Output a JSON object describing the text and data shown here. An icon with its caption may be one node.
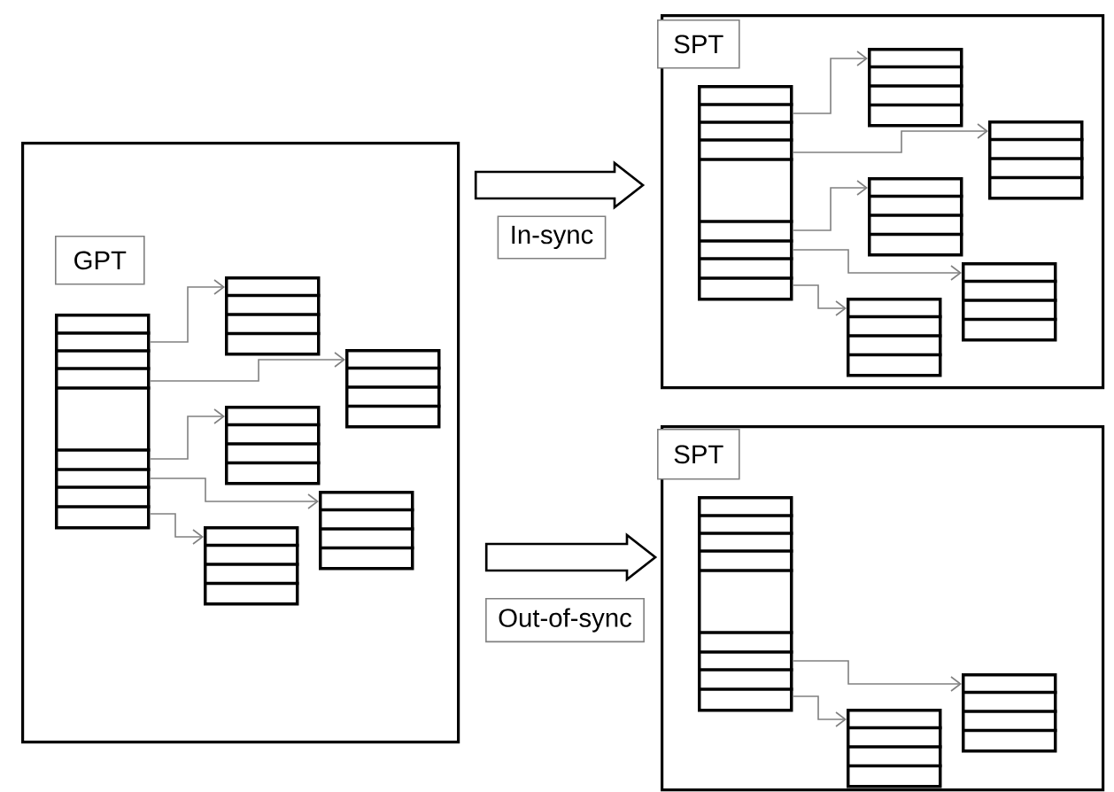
{
  "diagram": {
    "nodes": [
      {
        "text": [],
        "shape": "box"
      },
      {
        "text": [
          "GPT"
        ],
        "in": 0
      },
      {
        "text": [],
        "shape": "table",
        "in": 0
      },
      {
        "text": [],
        "shape": "table",
        "in": 0
      },
      {
        "text": [],
        "shape": "table",
        "in": 0
      },
      {
        "text": [],
        "shape": "table",
        "in": 0
      },
      {
        "text": [],
        "shape": "table",
        "in": 0
      },
      {
        "text": [],
        "shape": "table",
        "in": 0
      },
      {
        "text": [],
        "shape": "box"
      },
      {
        "text": [
          "SPT"
        ],
        "in": 8
      },
      {
        "text": [],
        "shape": "table",
        "in": 8
      },
      {
        "text": [],
        "shape": "table",
        "in": 8
      },
      {
        "text": [],
        "shape": "table",
        "in": 8
      },
      {
        "text": [],
        "shape": "table",
        "in": 8
      },
      {
        "text": [],
        "shape": "table",
        "in": 8
      },
      {
        "text": [],
        "shape": "table",
        "in": 8
      },
      {
        "text": [],
        "shape": "box"
      },
      {
        "text": [
          "SPT"
        ],
        "in": 16
      },
      {
        "text": [],
        "shape": "table",
        "in": 16
      },
      {
        "text": [],
        "shape": "table",
        "in": 16
      },
      {
        "text": [],
        "shape": "table",
        "in": 16
      }
    ],
    "edges": [
      {
        "from": 2,
        "to": 3,
        "arrow": "to"
      },
      {
        "from": 2,
        "to": 4,
        "arrow": "to"
      },
      {
        "from": 2,
        "to": 5,
        "arrow": "to"
      },
      {
        "from": 2,
        "to": 6,
        "arrow": "to"
      },
      {
        "from": 2,
        "to": 7,
        "arrow": "to"
      },
      {
        "from": 10,
        "to": 11,
        "arrow": "to"
      },
      {
        "from": 10,
        "to": 12,
        "arrow": "to"
      },
      {
        "from": 10,
        "to": 13,
        "arrow": "to"
      },
      {
        "from": 10,
        "to": 14,
        "arrow": "to"
      },
      {
        "from": 10,
        "to": 15,
        "arrow": "to"
      },
      {
        "from": 18,
        "to": 19,
        "arrow": "to"
      },
      {
        "from": 18,
        "to": 20,
        "arrow": "to"
      },
      {
        "from": 0,
        "to": 8,
        "arrow": "to",
        "style": "thick",
        "label": "In-sync"
      },
      {
        "from": 0,
        "to": 16,
        "arrow": "to",
        "style": "thick",
        "label": "Out-of-sync"
      }
    ]
  }
}
